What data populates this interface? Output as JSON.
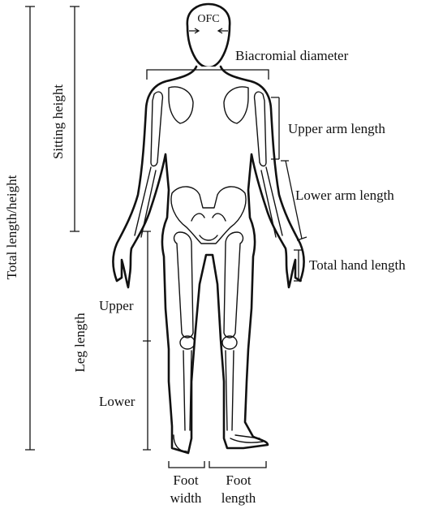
{
  "labels": {
    "ofc": "OFC",
    "biacromial": "Biacromial diameter",
    "sitting_height": "Sitting height",
    "total_length": "Total length/height",
    "upper_arm": "Upper arm length",
    "lower_arm": "Lower arm length",
    "total_hand": "Total hand length",
    "leg_length": "Leg length",
    "upper": "Upper",
    "lower": "Lower",
    "foot_width_1": "Foot",
    "foot_width_2": "width",
    "foot_length_1": "Foot",
    "foot_length_2": "length"
  }
}
